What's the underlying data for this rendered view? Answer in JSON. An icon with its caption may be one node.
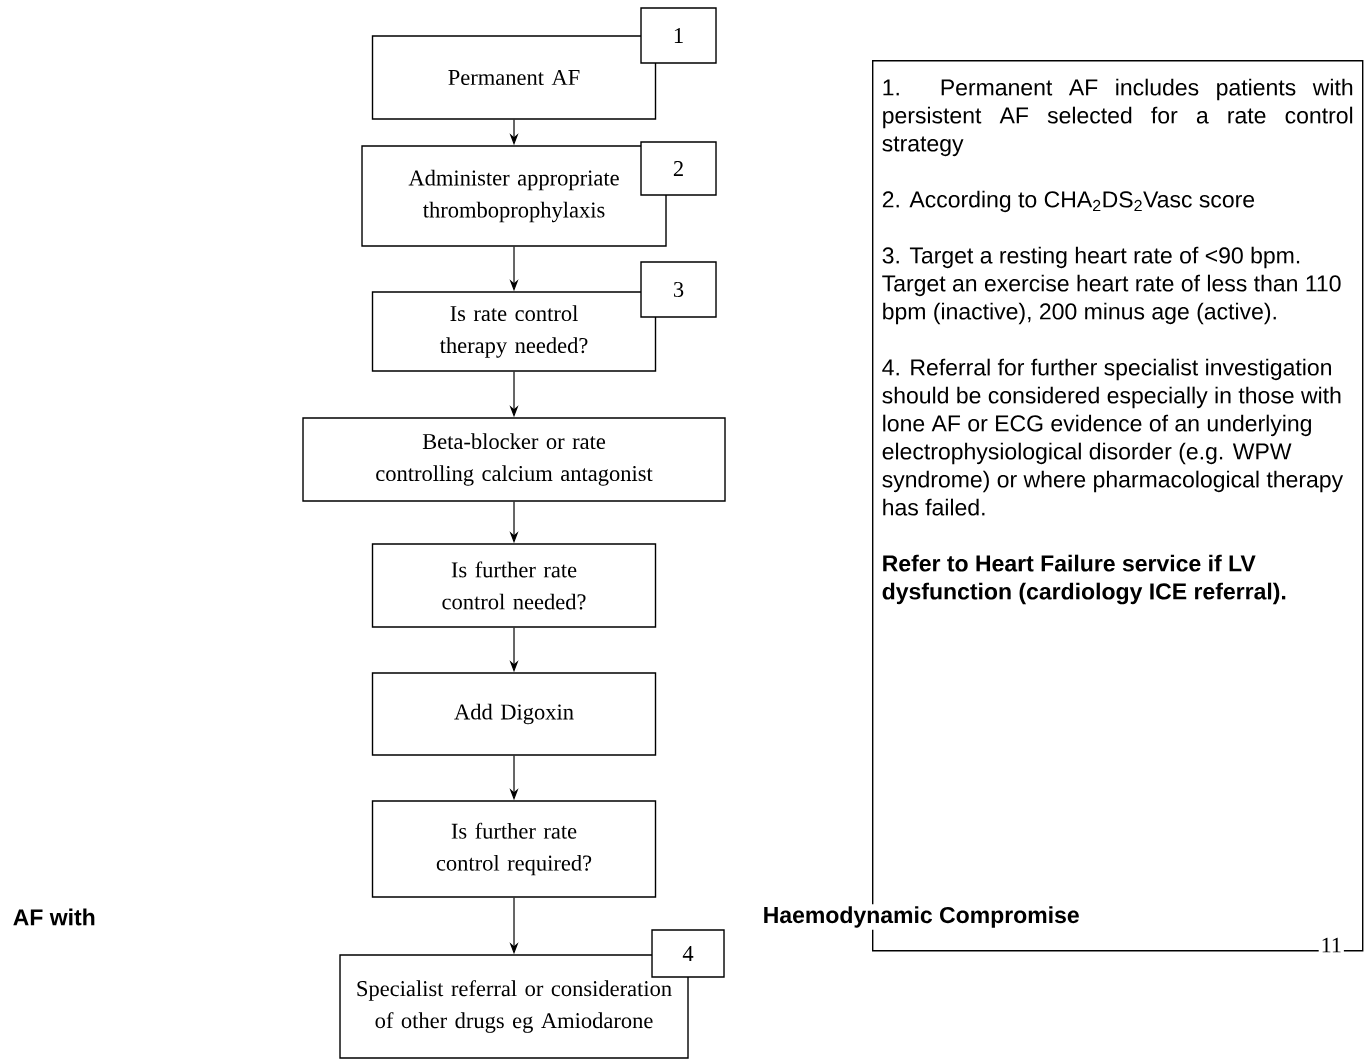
{
  "diagram": {
    "nodes": [
      {
        "text": [
          "Permanent AF"
        ]
      },
      {
        "text": [
          "1"
        ]
      },
      {
        "text": [
          "Administer appropriate thromboprophylaxis"
        ]
      },
      {
        "text": [
          "2"
        ]
      },
      {
        "text": [
          "Is rate control therapy needed?"
        ]
      },
      {
        "text": [
          "3"
        ]
      },
      {
        "text": [
          "Beta-blocker or rate controlling calcium antagonist"
        ]
      },
      {
        "text": [
          "Is further rate control needed?"
        ]
      },
      {
        "text": [
          "Add Digoxin"
        ]
      },
      {
        "text": [
          "Is further rate control required?"
        ]
      },
      {
        "text": [
          "Specialist referral or consideration of other drugs eg Amiodarone"
        ]
      },
      {
        "text": [
          "4"
        ]
      },
      {
        "text": [
          "1. Permanent AF includes patients with persistent AF selected for a rate control strategy",
          "2. According to CHA$_{2}$DS$_{2}$Vasc score",
          "3. Target a resting heart rate of <90 bpm. Target an exercise heart rate of less than 110 bpm (inactive), 200 minus age (active).",
          "4. Referral for further specialist investigation should be considered especially in those with lone AF or ECG evidence of an underlying electrophysiological disorder (e.g. WPW syndrome) or where pharmacological therapy has failed.",
          "Refer to Heart Failure service if LV dysfunction (cardiology ICE referral)."
        ]
      }
    ],
    "edges": [
      {
        "from": 0,
        "to": 2,
        "arrow": "to"
      },
      {
        "from": 2,
        "to": 4,
        "arrow": "to"
      },
      {
        "from": 4,
        "to": 6,
        "arrow": "to"
      },
      {
        "from": 6,
        "to": 7,
        "arrow": "to"
      },
      {
        "from": 7,
        "to": 8,
        "arrow": "to"
      },
      {
        "from": 8,
        "to": 9,
        "arrow": "to"
      },
      {
        "from": 9,
        "to": 10,
        "arrow": "to"
      }
    ],
    "labels": [
      "AF with",
      "Haemodynamic Compromise",
      "11"
    ]
  }
}
